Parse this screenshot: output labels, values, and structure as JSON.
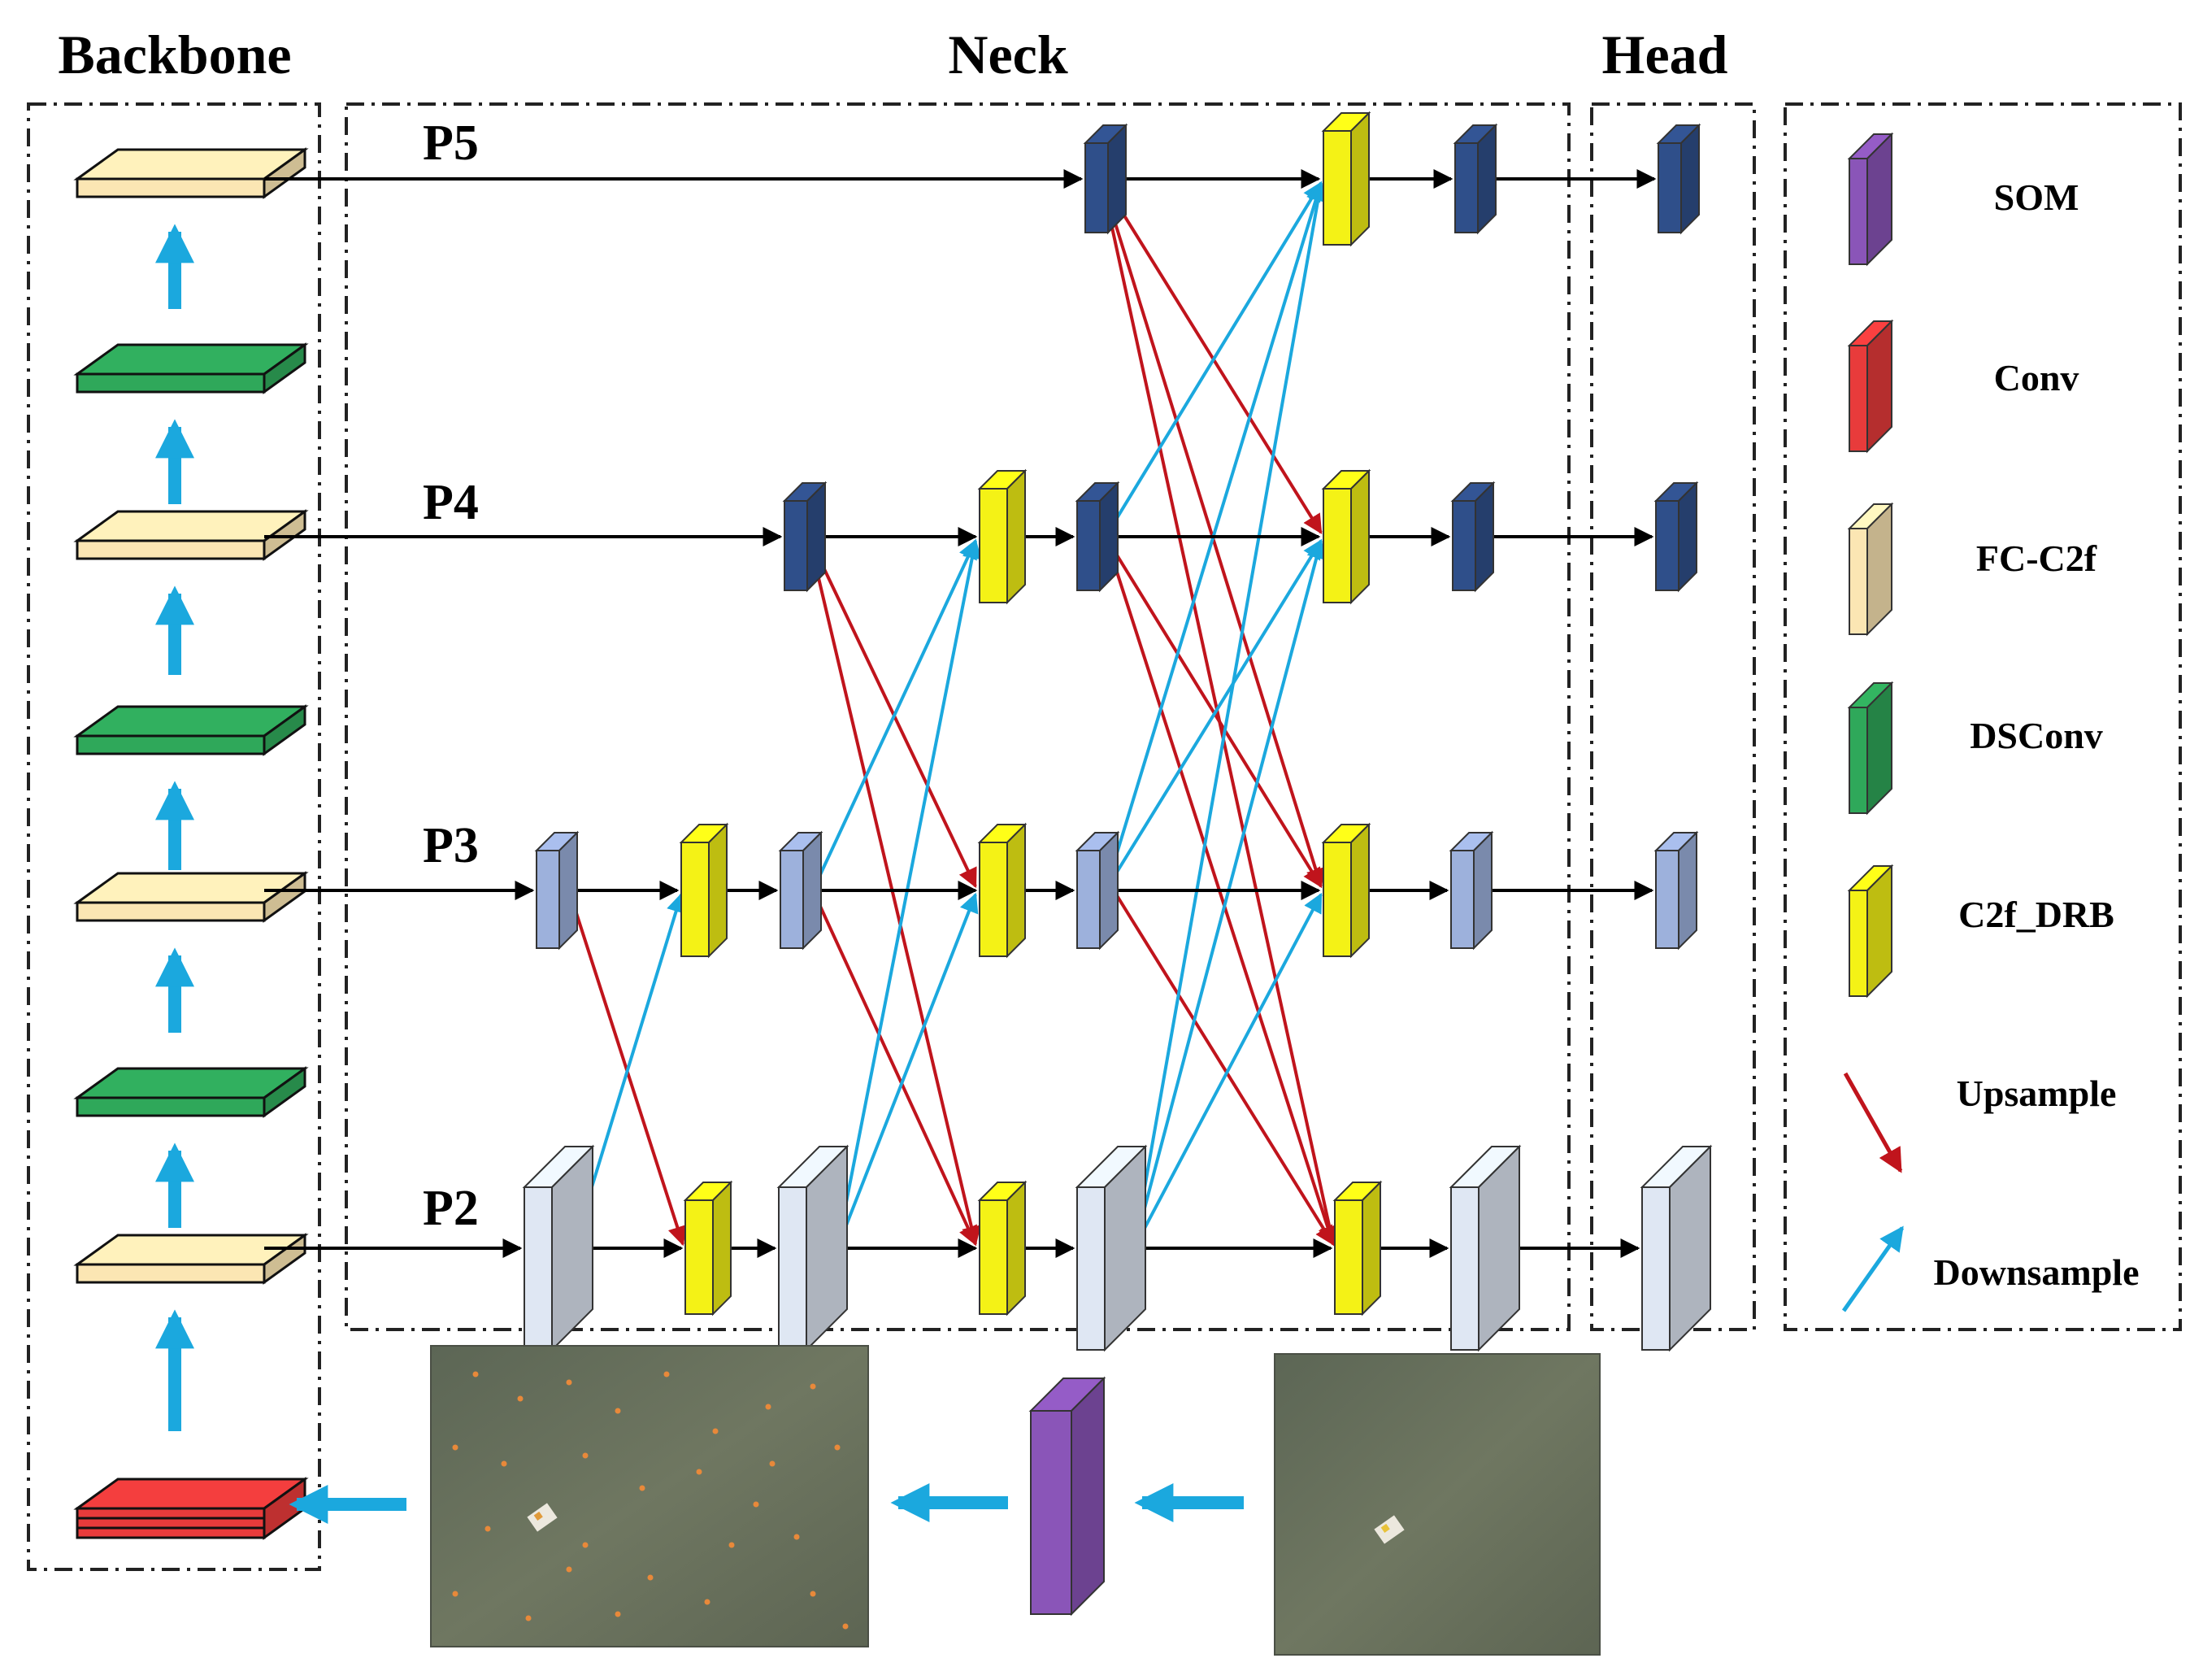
{
  "sections": {
    "backbone": "Backbone",
    "neck": "Neck",
    "head": "Head"
  },
  "levels": [
    "P5",
    "P4",
    "P3",
    "P2"
  ],
  "legend": {
    "som": "SOM",
    "conv": "Conv",
    "fc_c2f": "FC-C2f",
    "dsconv": "DSConv",
    "c2f_drb": "C2f_DRB",
    "upsample": "Upsample",
    "downsample": "Downsample"
  },
  "colors": {
    "som": "#8a55b8",
    "conv": "#e83b3b",
    "fc_c2f": "#fbe6b3",
    "dsconv": "#2fa85a",
    "c2f_drb": "#f4f216",
    "p5_p4_conv": "#2f4f8a",
    "p3_conv": "#9db1dc",
    "p2_conv": "#dfe7f3",
    "upsample_arrow": "#c0141c",
    "downsample_arrow": "#1ba8de",
    "main_arrow": "#000000",
    "flow_arrow": "#1ba8de"
  },
  "images": {
    "input_image": "aerial-water-scene",
    "processed_image": "aerial-water-scene-with-markers"
  }
}
